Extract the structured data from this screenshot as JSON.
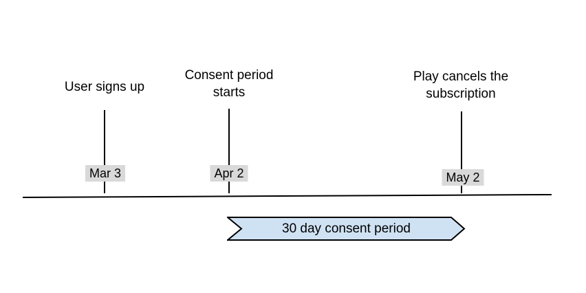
{
  "diagram": {
    "events": [
      {
        "label": "User signs up",
        "date": "Mar 3"
      },
      {
        "label": "Consent period starts",
        "date": "Apr 2"
      },
      {
        "label": "Play cancels the subscription",
        "date": "May 2"
      }
    ],
    "banner": {
      "label": "30 day consent period"
    },
    "colors": {
      "banner_fill": "#cfe2f3",
      "banner_stroke": "#000000",
      "date_chip_bg": "#d9d9d9",
      "axis_color": "#000000",
      "text_color": "#000000"
    }
  }
}
